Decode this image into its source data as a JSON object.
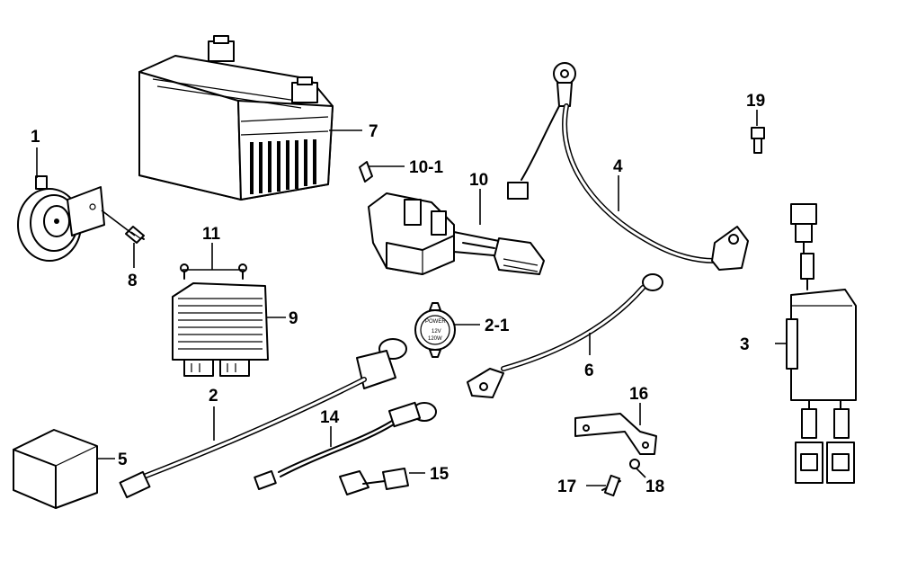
{
  "callouts": {
    "c1": "1",
    "c2": "2",
    "c2_1": "2-1",
    "c3": "3",
    "c4": "4",
    "c5": "5",
    "c6": "6",
    "c7": "7",
    "c8": "8",
    "c9": "9",
    "c10": "10",
    "c10_1": "10-1",
    "c11": "11",
    "c14": "14",
    "c15": "15",
    "c16": "16",
    "c17": "17",
    "c18": "18",
    "c19": "19"
  },
  "socket_label": {
    "line1": "POWER",
    "line2": "12V",
    "line3": "120W"
  }
}
